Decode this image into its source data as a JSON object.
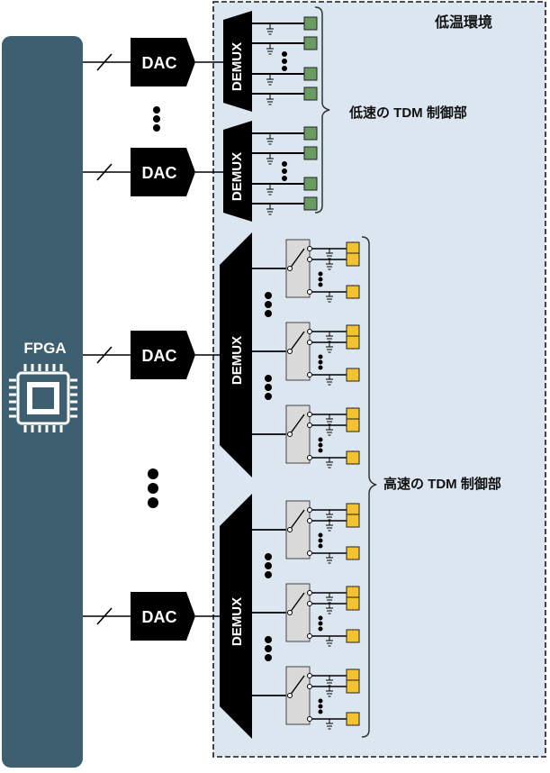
{
  "fpga": {
    "label": "FPGA"
  },
  "dac": {
    "label": "DAC"
  },
  "demux": {
    "label": "DEMUX"
  },
  "environment": {
    "label": "低温環境"
  },
  "low_speed": {
    "label": "低速の TDM 制御部"
  },
  "high_speed": {
    "label": "高速の TDM 制御部"
  },
  "colors": {
    "fpga_body": "#3d5f70",
    "cryo_bg": "#dce6f1",
    "block": "#000000",
    "qubit_low": "#6a9c62",
    "qubit_high": "#f2c230",
    "switch": "#d9d9d9"
  }
}
